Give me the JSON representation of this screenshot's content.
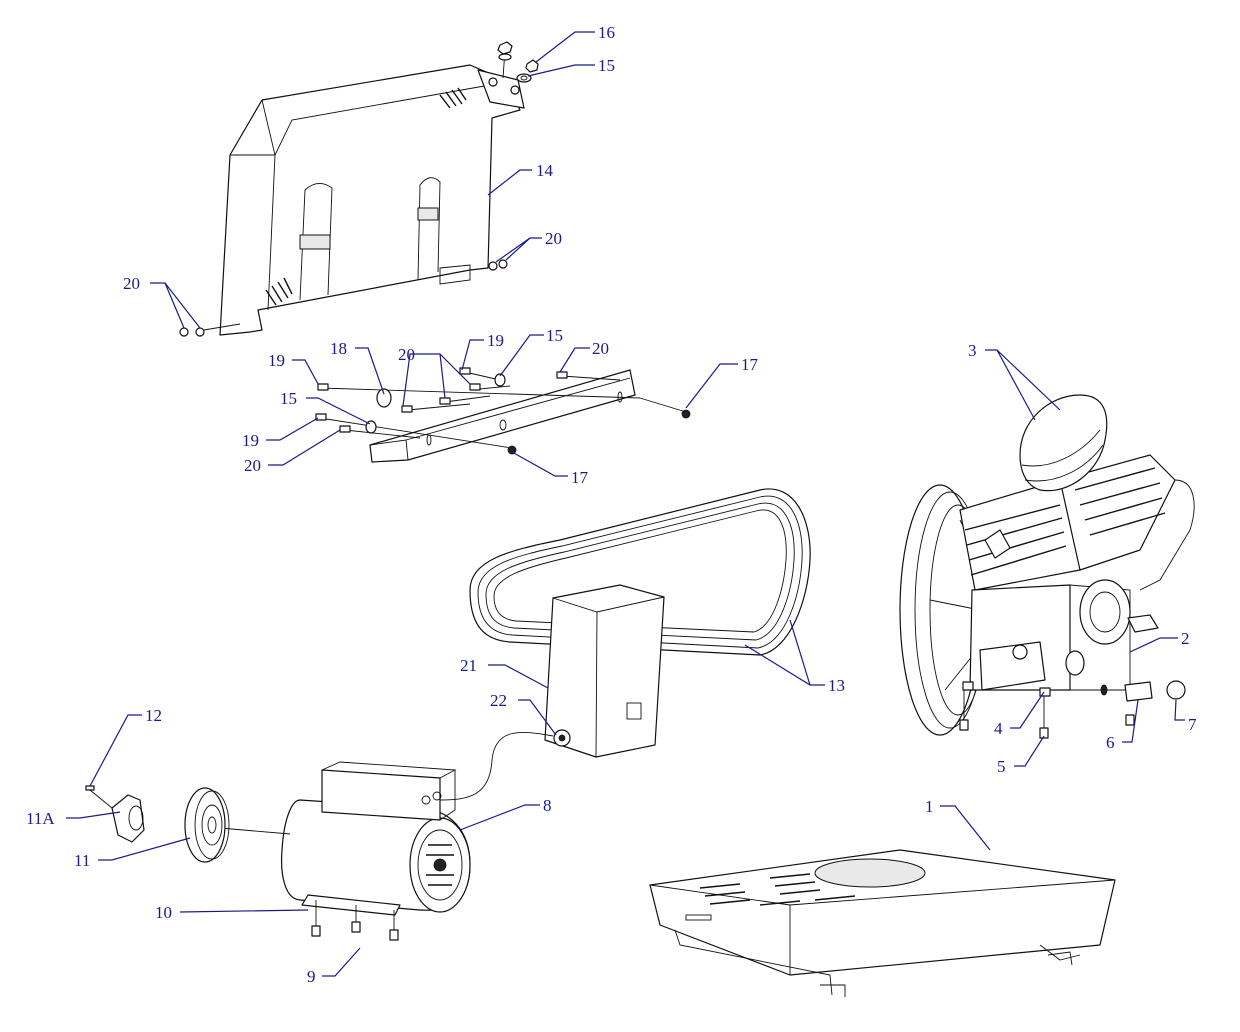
{
  "callouts": {
    "c1": "1",
    "c2": "2",
    "c3": "3",
    "c4": "4",
    "c5": "5",
    "c6": "6",
    "c7": "7",
    "c8": "8",
    "c9": "9",
    "c10": "10",
    "c11": "11",
    "c11a": "11A",
    "c12": "12",
    "c13": "13",
    "c14": "14",
    "c15a": "15",
    "c15b": "15",
    "c15c": "15",
    "c16": "16",
    "c17a": "17",
    "c17b": "17",
    "c18": "18",
    "c19a": "19",
    "c19b": "19",
    "c19c": "19",
    "c20a": "20",
    "c20b": "20",
    "c20c": "20",
    "c20d": "20",
    "c20e": "20",
    "c21": "21",
    "c22": "22"
  },
  "colors": {
    "callout": "#1a1a8c",
    "line": "#111111"
  }
}
